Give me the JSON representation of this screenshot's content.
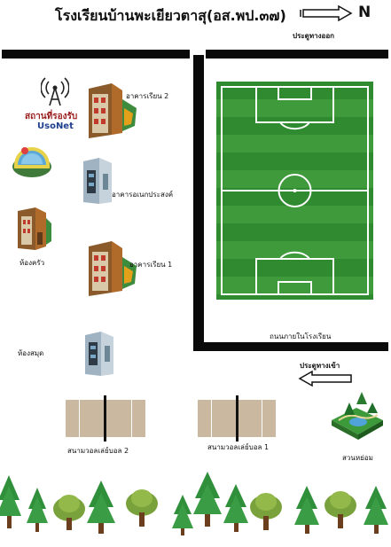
{
  "title": "โรงเรียนบ้านพะเยียวตาสุ(อส.พป.๓๗)",
  "north_label": "N",
  "exit_gate": "ประตูทางออก",
  "entry_gate": "ประตูทางเข้า",
  "road_label": "ถนนภายในโรงเรียน",
  "usonet": {
    "line1": "สถานที่รองรับ",
    "line2": "UsoNet"
  },
  "buildings": {
    "classroom2": "อาคารเรียน 2",
    "multipurpose": "อาคารอเนกประสงค์",
    "classroom1": "อาคารเรียน 1",
    "kitchen": "ห้องครัว",
    "library": "ห้องสมุด"
  },
  "courts": {
    "volleyball2": "สนามวอลเล่ย์บอล 2",
    "volleyball1": "สนามวอลเล่ย์บอล 1"
  },
  "garden": "สวนหย่อม",
  "colors": {
    "road": "#0a0a0a",
    "field_light": "#3f9a3c",
    "field_dark": "#2f8a30",
    "court": "#cbb8a0",
    "usonet_red": "#9b1c1c",
    "usonet_blue": "#1f3f8f"
  }
}
